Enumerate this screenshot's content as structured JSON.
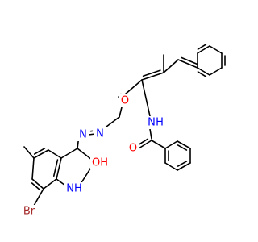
{
  "molecule": {
    "labels": {
      "o_carbonyl": "O",
      "nh_amide": "N",
      "h_amide": "H",
      "o_benzamide": "O",
      "n_azo1": "N",
      "n_azo2": "N",
      "oh": "OH",
      "nh_indole": "NH",
      "h_indole": "H",
      "br": "Br"
    },
    "colors": {
      "bond": "#000000",
      "carbon": "#000000",
      "nitrogen": "#0000ff",
      "oxygen": "#ff0000",
      "bromine": "#a52a2a",
      "background": "#ffffff"
    }
  }
}
